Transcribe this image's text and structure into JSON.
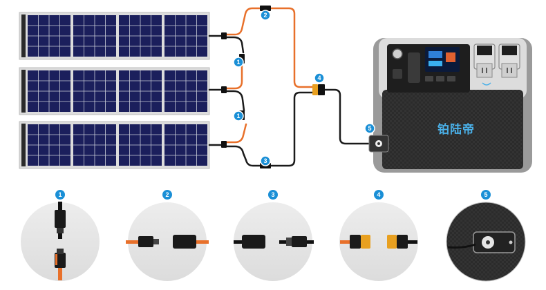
{
  "colors": {
    "badge": "#1a8fd6",
    "cable_orange": "#e8702a",
    "cable_black": "#1a1a1a",
    "panel_cell": "#1b1f5c",
    "panel_frame": "#dcdcdc",
    "station_body": "#2a2a2a",
    "brand_blue": "#4ab0e8",
    "circle_bg": "#e6e6e6"
  },
  "station": {
    "brand": "铂陆帝"
  },
  "solar_panels": [
    {
      "name": "solar-panel-top"
    },
    {
      "name": "solar-panel-middle"
    },
    {
      "name": "solar-panel-bottom"
    }
  ],
  "callouts": [
    {
      "id": "1",
      "label": "1",
      "depicts": "parallel-y-connector"
    },
    {
      "id": "2",
      "label": "2",
      "depicts": "orange-extension-connectors"
    },
    {
      "id": "3",
      "label": "3",
      "depicts": "black-extension-connectors"
    },
    {
      "id": "4",
      "label": "4",
      "depicts": "xt60-adapter"
    },
    {
      "id": "5",
      "label": "5",
      "depicts": "dc-input-port"
    }
  ],
  "diagram_badges": [
    {
      "label": "1"
    },
    {
      "label": "1"
    },
    {
      "label": "2"
    },
    {
      "label": "3"
    },
    {
      "label": "4"
    },
    {
      "label": "5"
    }
  ]
}
